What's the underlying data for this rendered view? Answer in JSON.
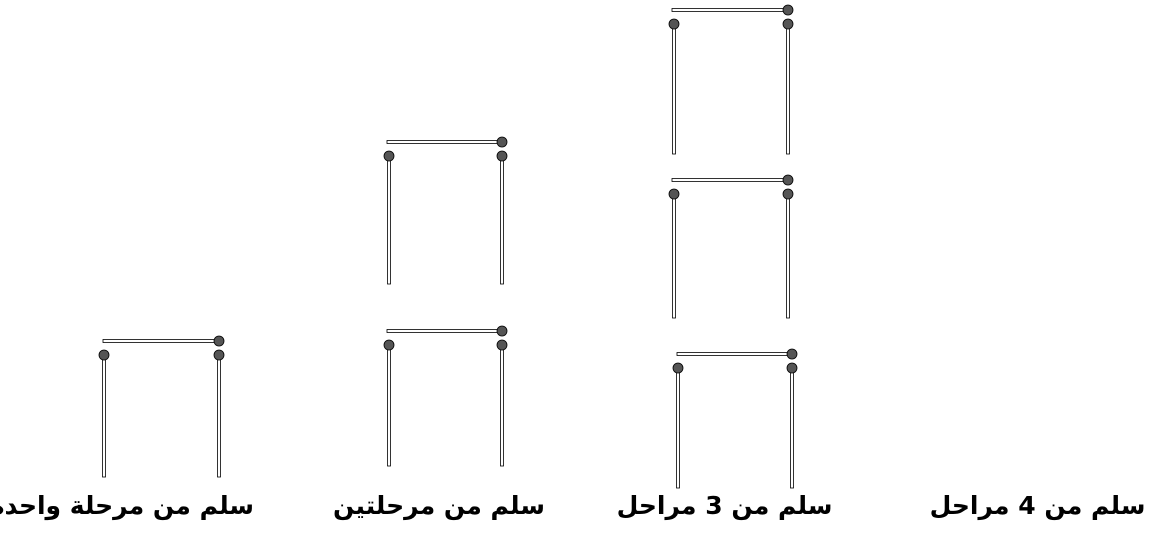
{
  "captions": {
    "one_stage": "سلم من مرحلة واحدة",
    "two_stages": "سلم من مرحلتين",
    "three_stages": "سلم من 3 مراحل",
    "four_stages": "سلم من 4 مراحل"
  },
  "ladders": [
    {
      "caption_key": "one_stage",
      "stages": 1
    },
    {
      "caption_key": "two_stages",
      "stages": 2
    },
    {
      "caption_key": "three_stages",
      "stages": 3
    },
    {
      "caption_key": "four_stages",
      "stages": 0
    }
  ],
  "colors": {
    "rod_stroke": "#000000",
    "rod_fill": "#ffffff",
    "joint_fill": "#555555",
    "joint_stroke": "#000000",
    "text": "#000000"
  }
}
